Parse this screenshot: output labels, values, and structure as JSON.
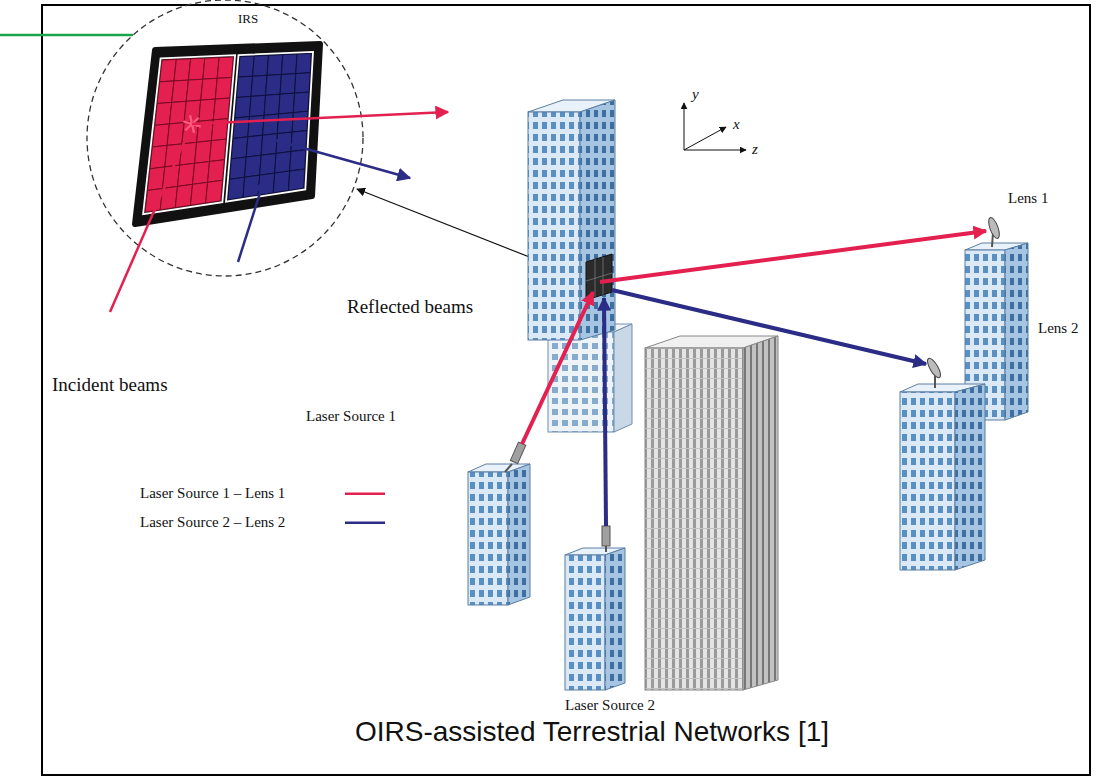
{
  "diagram": {
    "caption": "OIRS-assisted Terrestrial Networks [1]",
    "nodes": [
      {
        "text": [
          "IRS"
        ]
      }
    ],
    "labels": [
      "Incident beams",
      "Reflected beams",
      "Laser Source 1",
      "Laser Source 2",
      "Lens 1",
      "Lens 2",
      "y",
      "x",
      "z"
    ],
    "legend": [
      {
        "text": "Laser Source 1 – Lens 1"
      },
      {
        "text": "Laser Source 2 – Lens 2"
      }
    ]
  }
}
